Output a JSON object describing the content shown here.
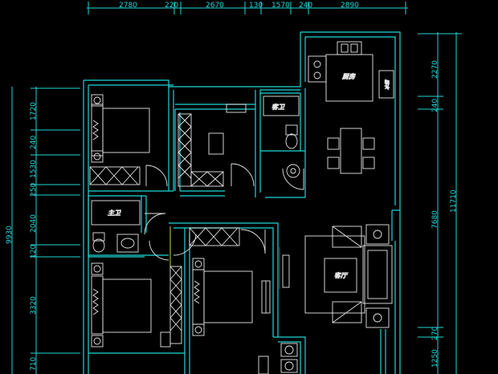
{
  "top_dimensions": [
    "2780",
    "220",
    "2670",
    "130",
    "1570",
    "240",
    "2890"
  ],
  "left_dimensions": [
    "1720",
    "240",
    "1530",
    "250",
    "2040",
    "120",
    "3320",
    "710"
  ],
  "left_total": "9930",
  "right_dimensions": [
    "2270",
    "240",
    "7680",
    "270",
    "1250"
  ],
  "right_total": "11710",
  "rooms": {
    "kitchen": "厨房",
    "guest_bath": "客卫",
    "master_bath": "主卫",
    "living_room": "客厅",
    "fridge": "冰箱"
  },
  "colors": {
    "background": "#000000",
    "dimension": "#1fd6d6",
    "furniture": "#e6e6e6"
  }
}
